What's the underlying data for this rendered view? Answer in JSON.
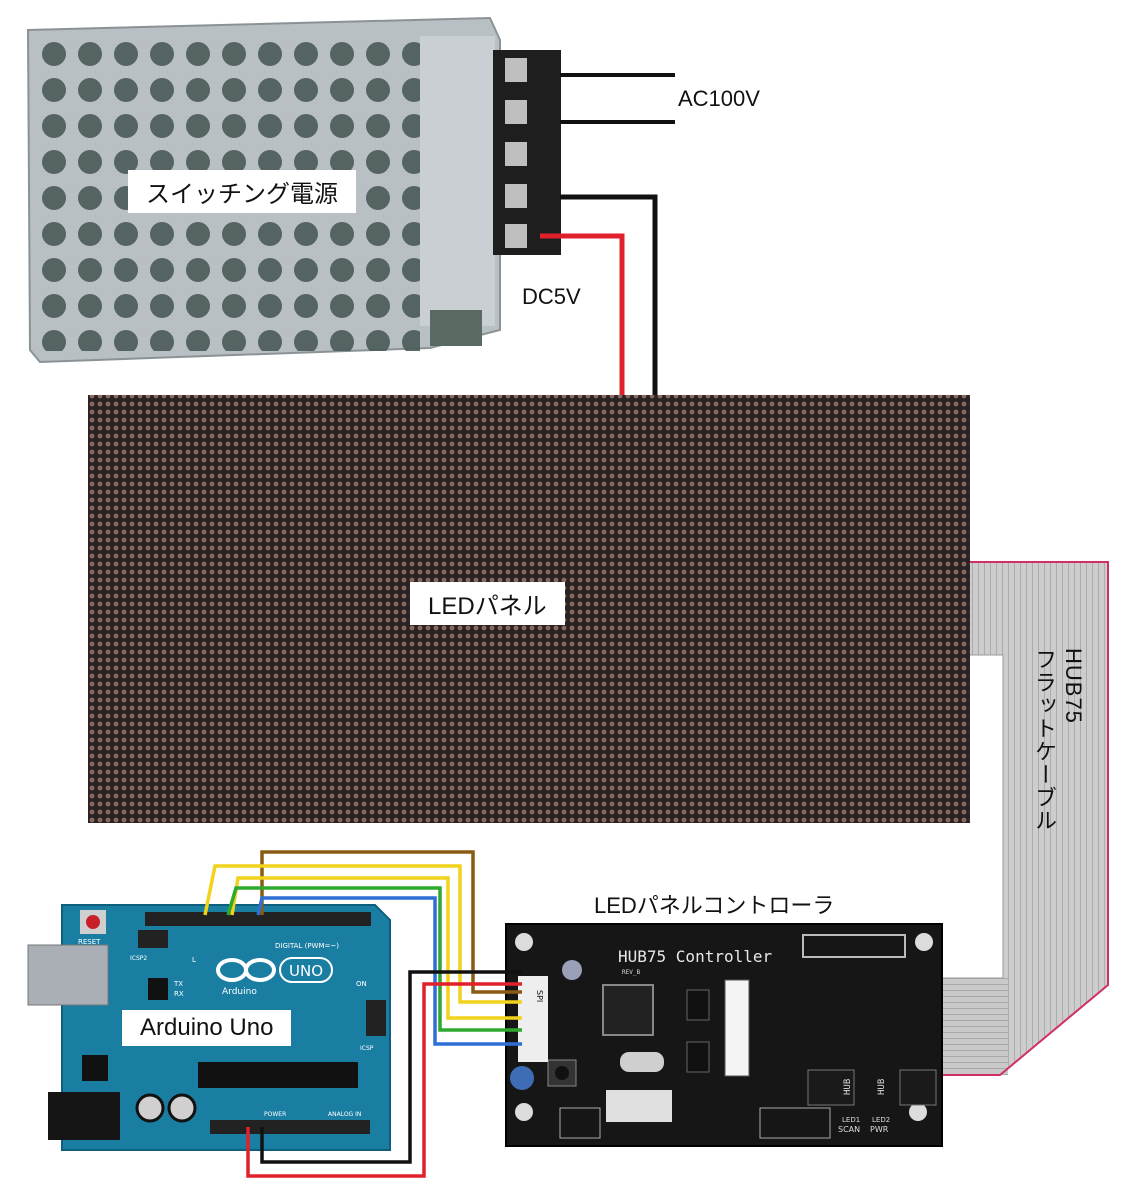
{
  "labels": {
    "psu": "スイッチング電源",
    "ac": "AC100V",
    "dc": "DC5V",
    "panel": "LEDパネル",
    "cable": "HUB75\nフラットケーブル",
    "controller_title": "LEDパネルコントローラ",
    "arduino": "Arduino Uno"
  },
  "board_text": {
    "controller_silk": "HUB75 Controller",
    "uno_logo": "UNO",
    "arduino_brand": "Arduino",
    "reset": "RESET",
    "icsp": "ICSP",
    "icsp2": "ICSP2",
    "digital": "DIGITAL (PWM=~)",
    "power": "POWER",
    "analog": "ANALOG IN",
    "on": "ON",
    "tx": "TX",
    "rx": "RX",
    "l": "L",
    "hub_a": "HUB",
    "hub_b": "HUB",
    "led1": "LED1",
    "led2": "LED2",
    "scan": "SCAN",
    "pwr": "PWR",
    "rev": "REV_B",
    "spi": "SPI"
  },
  "colors": {
    "wire_red": "#e0202a",
    "wire_black": "#111111",
    "wire_yellow": "#f2d21a",
    "wire_green": "#2ea82e",
    "wire_blue": "#2e6fd6",
    "wire_brown": "#8a5a12",
    "cable_edge": "#d0306a",
    "arduino_board": "#1a7ea3",
    "controller_board": "#161616",
    "panel": "#2a2323"
  }
}
